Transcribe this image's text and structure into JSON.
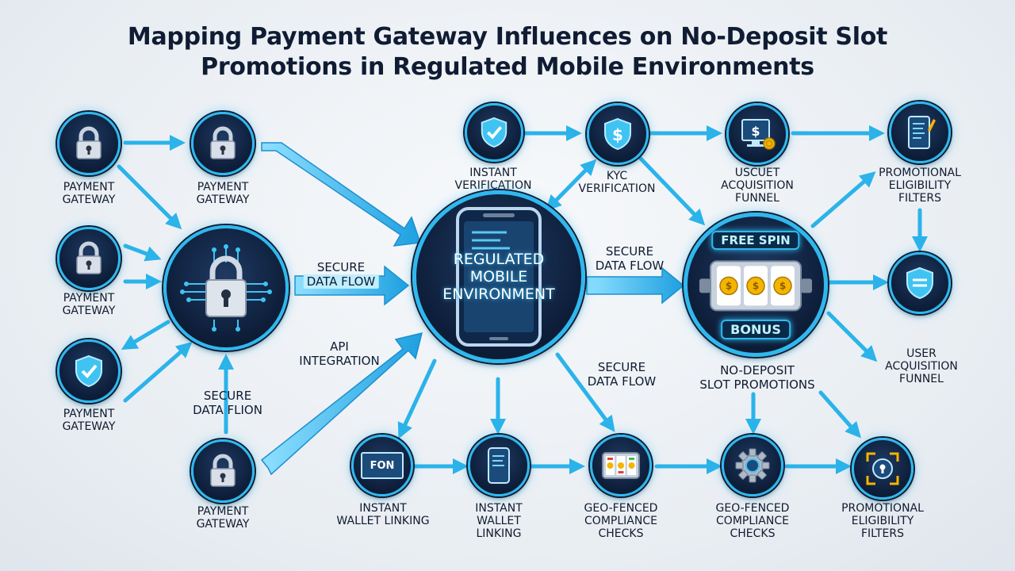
{
  "title_line1": "Mapping Payment Gateway Influences on No-Deposit Slot",
  "title_line2": "Promotions in Regulated Mobile Environments",
  "colors": {
    "accent": "#2fb8ee",
    "node_dark": "#0e1f3b",
    "coin": "#f5b400"
  },
  "nodes": {
    "pg1": {
      "icon": "padlock-icon",
      "label": [
        "PAYMENT",
        "GATEWAY"
      ]
    },
    "pg2": {
      "icon": "padlock-icon",
      "label": [
        "PAYMENT",
        "GATEWAY"
      ]
    },
    "pg3": {
      "icon": "padlock-icon",
      "label": [
        "PAYMENT",
        "GATEWAY"
      ]
    },
    "pg4": {
      "icon": "shield-check-icon",
      "label": [
        "PAYMENT",
        "GATEWAY"
      ]
    },
    "pg5": {
      "icon": "padlock-icon",
      "label": [
        "PAYMENT",
        "GATEWAY"
      ]
    },
    "gateway_hub": {
      "icon": "circuit-padlock-icon"
    },
    "instant_verification": {
      "icon": "shield-check-icon",
      "label": [
        "INSTANT",
        "VERIFICATION"
      ]
    },
    "kyc": {
      "icon": "shield-dollar-icon",
      "label": [
        "KYC",
        "VERIFICATION"
      ]
    },
    "uscuet": {
      "icon": "monitor-dollar-icon",
      "label": [
        "USCUET",
        "ACQUISITION",
        "FUNNEL"
      ]
    },
    "promo_filters_top": {
      "icon": "tablet-pen-icon",
      "label": [
        "PROMOTIONAL",
        "ELIGIBILITY",
        "FILTERS"
      ]
    },
    "shield_right": {
      "icon": "shield-icon"
    },
    "user_funnel": {
      "label": [
        "USER",
        "ACQUISITION",
        "FUNNEL"
      ]
    },
    "mobile_hub": {
      "icon": "smartphone-icon",
      "text": [
        "REGULATED",
        "MOBILE",
        "ENVIRONMENT"
      ]
    },
    "slot_hub": {
      "icon": "slot-machine-icon",
      "top_text": "FREE SPIN",
      "bottom_text": "BONUS",
      "label": [
        "NO-DEPOSIT",
        "SLOT PROMOTIONS"
      ]
    },
    "wallet_fon": {
      "icon": "fon-card-icon",
      "label": [
        "INSTANT",
        "WALLET LINKING"
      ]
    },
    "wallet_phone": {
      "icon": "phone-icon",
      "label": [
        "INSTANT",
        "WALLET",
        "LINKING"
      ]
    },
    "geo_slot": {
      "icon": "slot-reels-icon",
      "label": [
        "GEO-FENCED",
        "COMPLIANCE",
        "CHECKS"
      ]
    },
    "geo_gear": {
      "icon": "gear-icon",
      "label": [
        "GEO-FENCED",
        "COMPLIANCE",
        "CHECKS"
      ]
    },
    "promo_filters_bottom": {
      "icon": "target-lock-icon",
      "label": [
        "PROMOTIONAL",
        "ELIGIBILITY",
        "FILTERS"
      ]
    }
  },
  "fon_text": "FON",
  "flows": {
    "secure_left": [
      "SECURE",
      "DATA FLOW"
    ],
    "api": [
      "API",
      "INTEGRATION"
    ],
    "secure_right": [
      "SECURE",
      "DATA FLOW"
    ],
    "secure_mid": [
      "SECURE",
      "DATA FLOW"
    ],
    "secure_lower": [
      "SECURE",
      "DATA FLION"
    ]
  }
}
